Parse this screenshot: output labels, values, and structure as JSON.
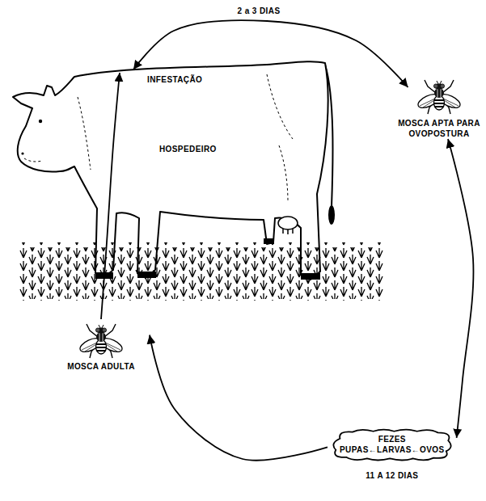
{
  "diagram": {
    "nodes": [
      {
        "text": [
          "INFESTAÇÃO",
          "HOSPEDEIRO"
        ]
      },
      {
        "text": [
          "MOSCA APTA PARA OVOPOSTURA"
        ]
      },
      {
        "text": [
          "FEZES",
          "PUPAS←LARVAS←OVOS",
          "11 A 12 DIAS"
        ]
      },
      {
        "text": [
          "MOSCA ADULTA"
        ]
      }
    ],
    "edges": [
      {
        "from": 0,
        "to": 1,
        "arrow": "both",
        "label": "2 a 3 DIAS"
      },
      {
        "from": 1,
        "to": 2,
        "arrow": "both"
      },
      {
        "from": 2,
        "to": 3,
        "arrow": "to"
      },
      {
        "from": 3,
        "to": 0,
        "arrow": "to"
      }
    ]
  }
}
